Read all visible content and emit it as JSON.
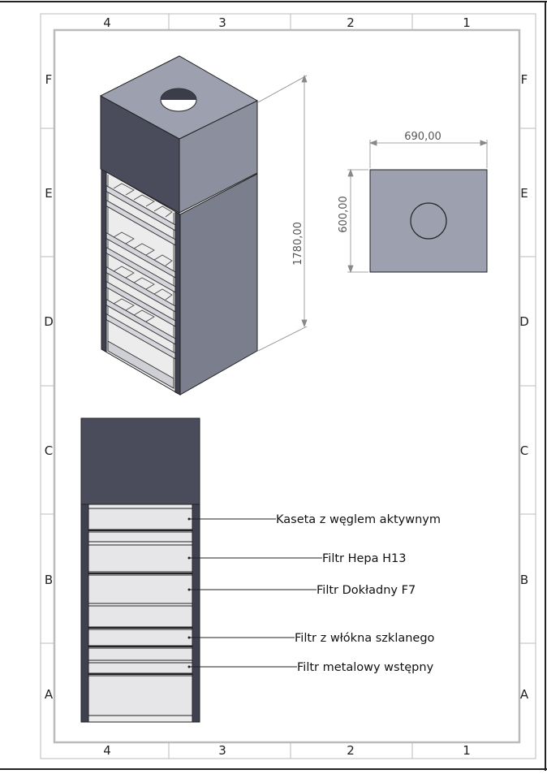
{
  "drawing": {
    "zones_horizontal": [
      "4",
      "3",
      "2",
      "1"
    ],
    "zones_vertical": [
      "F",
      "E",
      "D",
      "C",
      "B",
      "A"
    ],
    "dimensions": {
      "height": "1780,00",
      "top_width": "690,00",
      "top_depth": "600,00"
    },
    "callouts": [
      "Kaseta z węglem aktywnym",
      "Filtr Hepa H13",
      "Filtr Dokładny F7",
      "Filtr z włókna szklanego",
      "Filtr metalowy wstępny"
    ]
  }
}
